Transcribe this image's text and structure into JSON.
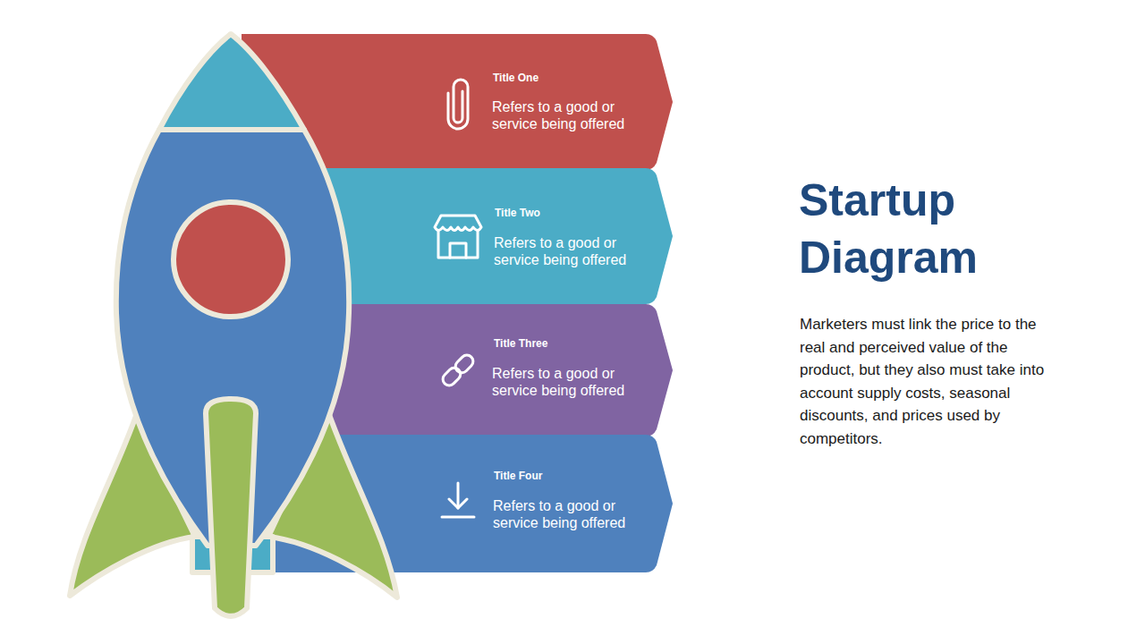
{
  "diagram": {
    "title": "Startup Diagram",
    "nodes": [
      {
        "text": [
          "Title One",
          "Refers to a good or service being offered"
        ]
      },
      {
        "text": [
          "Title Two",
          "Refers to a good or service being offered"
        ]
      },
      {
        "text": [
          "Title Three",
          "Refers to a good or service being offered"
        ]
      },
      {
        "text": [
          "Title Four",
          "Refers to a good or service being offered"
        ]
      }
    ],
    "labels": [
      "Marketers must link the price to the real and perceived value of the product, but they also must take into account supply costs, seasonal discounts, and prices used by competitors."
    ]
  }
}
